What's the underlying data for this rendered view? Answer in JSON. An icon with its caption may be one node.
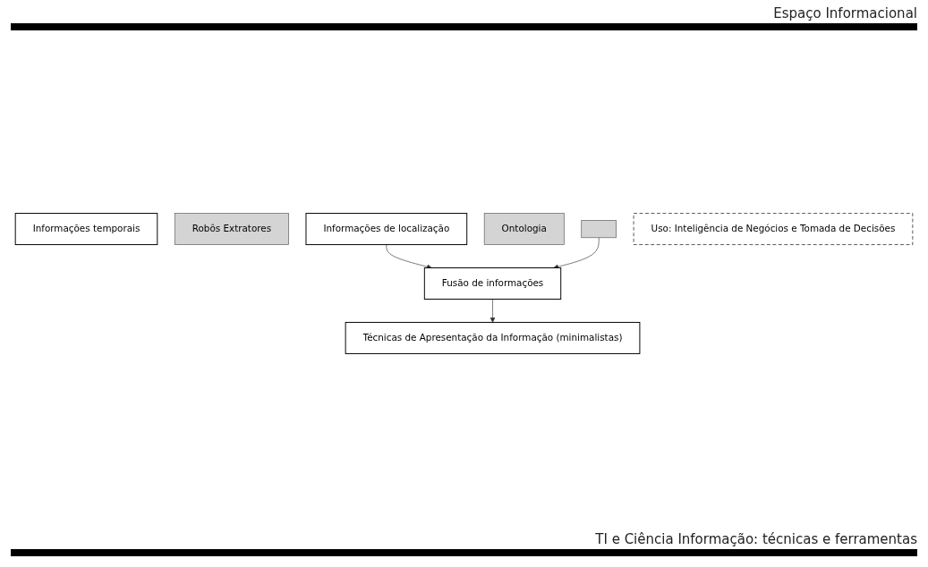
{
  "diagram": {
    "nodes": [
      {
        "text": [
          "Informações temporais"
        ]
      },
      {
        "text": [
          "Robôs Extratores"
        ]
      },
      {
        "text": [
          "Informações de localização"
        ]
      },
      {
        "text": [
          "Ontologia"
        ]
      },
      {
        "text": [],
        "shape": "box"
      },
      {
        "text": [
          "Fusão de informações"
        ]
      },
      {
        "text": [
          "Técnicas de Apresentação da Informação (minimalistas)"
        ]
      },
      {
        "text": [
          "Uso: Inteligência de Negócios e Tomada de Decisões"
        ]
      }
    ],
    "edges": [
      {
        "from": 2,
        "to": 5,
        "arrow": "to"
      },
      {
        "from": 4,
        "to": 5,
        "arrow": "to"
      },
      {
        "from": 5,
        "to": 6,
        "arrow": "to"
      }
    ],
    "labels": [
      "Espaço Informacional",
      "TI e Ciência Informação: técnicas e ferramentas"
    ]
  }
}
